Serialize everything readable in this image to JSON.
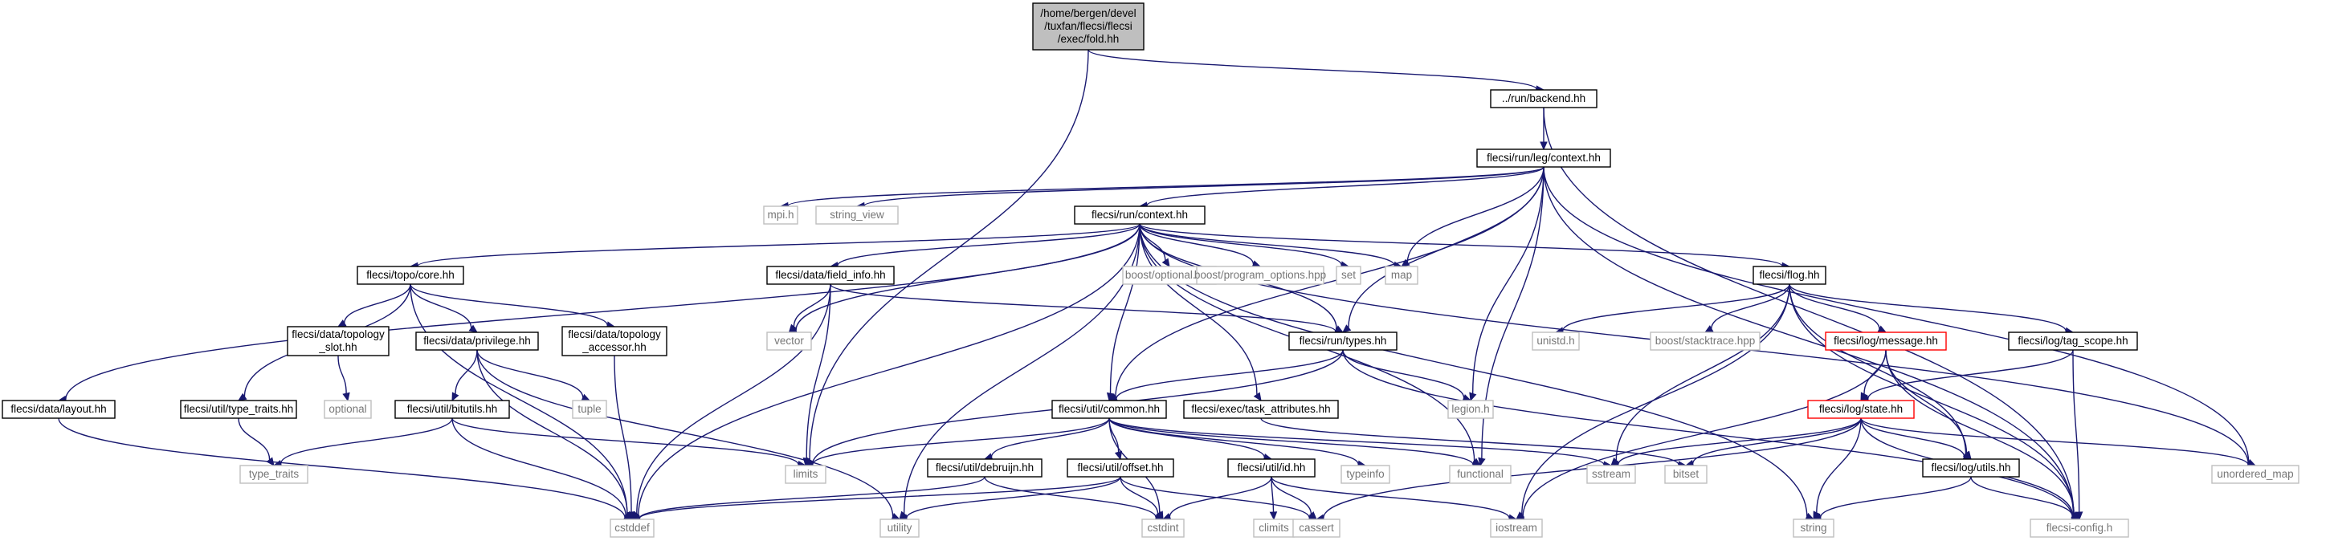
{
  "graph": {
    "colors": {
      "edge": "#191970",
      "root_fill": "#bfbfbf",
      "node_border": "#000000",
      "node_fill": "#ffffff",
      "system_border": "#bfbfbf",
      "system_text": "#777777",
      "truncated_border": "#ff0000"
    },
    "nodes": [
      {
        "id": "fold",
        "lines": [
          "/home/bergen/devel",
          "/tuxfan/flecsi/flecsi",
          "/exec/fold.hh"
        ],
        "kind": "root"
      },
      {
        "id": "backend",
        "lines": [
          "../run/backend.hh"
        ],
        "kind": "file"
      },
      {
        "id": "leg_context",
        "lines": [
          "flecsi/run/leg/context.hh"
        ],
        "kind": "file"
      },
      {
        "id": "mpi",
        "lines": [
          "mpi.h"
        ],
        "kind": "system"
      },
      {
        "id": "string_view",
        "lines": [
          "string_view"
        ],
        "kind": "system"
      },
      {
        "id": "run_context",
        "lines": [
          "flecsi/run/context.hh"
        ],
        "kind": "file"
      },
      {
        "id": "topo_core",
        "lines": [
          "flecsi/topo/core.hh"
        ],
        "kind": "file"
      },
      {
        "id": "field_info",
        "lines": [
          "flecsi/data/field_info.hh"
        ],
        "kind": "file"
      },
      {
        "id": "boost_optional",
        "lines": [
          "boost/optional.hpp"
        ],
        "kind": "system"
      },
      {
        "id": "boost_po",
        "lines": [
          "boost/program_options.hpp"
        ],
        "kind": "system"
      },
      {
        "id": "set",
        "lines": [
          "set"
        ],
        "kind": "system"
      },
      {
        "id": "map",
        "lines": [
          "map"
        ],
        "kind": "system"
      },
      {
        "id": "flog",
        "lines": [
          "flecsi/flog.hh"
        ],
        "kind": "file"
      },
      {
        "id": "topology_slot",
        "lines": [
          "flecsi/data/topology",
          "_slot.hh"
        ],
        "kind": "file"
      },
      {
        "id": "privilege",
        "lines": [
          "flecsi/data/privilege.hh"
        ],
        "kind": "file"
      },
      {
        "id": "topology_accessor",
        "lines": [
          "flecsi/data/topology",
          "_accessor.hh"
        ],
        "kind": "file"
      },
      {
        "id": "vector",
        "lines": [
          "vector"
        ],
        "kind": "system"
      },
      {
        "id": "run_types",
        "lines": [
          "flecsi/run/types.hh"
        ],
        "kind": "file"
      },
      {
        "id": "unistd",
        "lines": [
          "unistd.h"
        ],
        "kind": "system"
      },
      {
        "id": "boost_stacktrace",
        "lines": [
          "boost/stacktrace.hpp"
        ],
        "kind": "system"
      },
      {
        "id": "log_message",
        "lines": [
          "flecsi/log/message.hh"
        ],
        "kind": "truncated"
      },
      {
        "id": "tag_scope",
        "lines": [
          "flecsi/log/tag_scope.hh"
        ],
        "kind": "file"
      },
      {
        "id": "optional",
        "lines": [
          "optional"
        ],
        "kind": "system"
      },
      {
        "id": "tuple",
        "lines": [
          "tuple"
        ],
        "kind": "system"
      },
      {
        "id": "data_layout",
        "lines": [
          "flecsi/data/layout.hh"
        ],
        "kind": "file"
      },
      {
        "id": "type_traits_hh",
        "lines": [
          "flecsi/util/type_traits.hh"
        ],
        "kind": "file"
      },
      {
        "id": "bitutils",
        "lines": [
          "flecsi/util/bitutils.hh"
        ],
        "kind": "file"
      },
      {
        "id": "util_common",
        "lines": [
          "flecsi/util/common.hh"
        ],
        "kind": "file"
      },
      {
        "id": "task_attributes",
        "lines": [
          "flecsi/exec/task_attributes.hh"
        ],
        "kind": "file"
      },
      {
        "id": "legion",
        "lines": [
          "legion.h"
        ],
        "kind": "system"
      },
      {
        "id": "log_state",
        "lines": [
          "flecsi/log/state.hh"
        ],
        "kind": "truncated"
      },
      {
        "id": "type_traits",
        "lines": [
          "type_traits"
        ],
        "kind": "system"
      },
      {
        "id": "limits",
        "lines": [
          "limits"
        ],
        "kind": "system"
      },
      {
        "id": "debruijn",
        "lines": [
          "flecsi/util/debruijn.hh"
        ],
        "kind": "file"
      },
      {
        "id": "util_offset",
        "lines": [
          "flecsi/util/offset.hh"
        ],
        "kind": "file"
      },
      {
        "id": "util_id",
        "lines": [
          "flecsi/util/id.hh"
        ],
        "kind": "file"
      },
      {
        "id": "typeinfo",
        "lines": [
          "typeinfo"
        ],
        "kind": "system"
      },
      {
        "id": "functional",
        "lines": [
          "functional"
        ],
        "kind": "system"
      },
      {
        "id": "sstream",
        "lines": [
          "sstream"
        ],
        "kind": "system"
      },
      {
        "id": "bitset",
        "lines": [
          "bitset"
        ],
        "kind": "system"
      },
      {
        "id": "log_utils",
        "lines": [
          "flecsi/log/utils.hh"
        ],
        "kind": "file"
      },
      {
        "id": "unordered_map",
        "lines": [
          "unordered_map"
        ],
        "kind": "system"
      },
      {
        "id": "cstddef",
        "lines": [
          "cstddef"
        ],
        "kind": "system"
      },
      {
        "id": "utility",
        "lines": [
          "utility"
        ],
        "kind": "system"
      },
      {
        "id": "cstdint",
        "lines": [
          "cstdint"
        ],
        "kind": "system"
      },
      {
        "id": "climits",
        "lines": [
          "climits"
        ],
        "kind": "system"
      },
      {
        "id": "cassert",
        "lines": [
          "cassert"
        ],
        "kind": "system"
      },
      {
        "id": "iostream",
        "lines": [
          "iostream"
        ],
        "kind": "system"
      },
      {
        "id": "string",
        "lines": [
          "string"
        ],
        "kind": "system"
      },
      {
        "id": "flecsi_config",
        "lines": [
          "flecsi-config.h"
        ],
        "kind": "system"
      }
    ],
    "edges": [
      [
        "fold",
        "backend"
      ],
      [
        "fold",
        "limits"
      ],
      [
        "backend",
        "leg_context"
      ],
      [
        "backend",
        "flecsi_config"
      ],
      [
        "leg_context",
        "mpi"
      ],
      [
        "leg_context",
        "string_view"
      ],
      [
        "leg_context",
        "run_context"
      ],
      [
        "leg_context",
        "map"
      ],
      [
        "leg_context",
        "run_types"
      ],
      [
        "leg_context",
        "legion"
      ],
      [
        "leg_context",
        "functional"
      ],
      [
        "leg_context",
        "unordered_map"
      ],
      [
        "leg_context",
        "flecsi_config"
      ],
      [
        "leg_context",
        "util_common"
      ],
      [
        "run_context",
        "topo_core"
      ],
      [
        "run_context",
        "field_info"
      ],
      [
        "run_context",
        "boost_optional"
      ],
      [
        "run_context",
        "boost_po"
      ],
      [
        "run_context",
        "set"
      ],
      [
        "run_context",
        "map"
      ],
      [
        "run_context",
        "flog"
      ],
      [
        "run_context",
        "data_layout"
      ],
      [
        "run_context",
        "vector"
      ],
      [
        "run_context",
        "run_types"
      ],
      [
        "run_context",
        "task_attributes"
      ],
      [
        "run_context",
        "util_common"
      ],
      [
        "run_context",
        "cstddef"
      ],
      [
        "run_context",
        "utility"
      ],
      [
        "run_context",
        "functional"
      ],
      [
        "run_context",
        "string"
      ],
      [
        "run_context",
        "unordered_map"
      ],
      [
        "topo_core",
        "topology_slot"
      ],
      [
        "topo_core",
        "privilege"
      ],
      [
        "topo_core",
        "topology_accessor"
      ],
      [
        "topo_core",
        "cstddef"
      ],
      [
        "topo_core",
        "type_traits_hh"
      ],
      [
        "field_info",
        "vector"
      ],
      [
        "field_info",
        "run_types"
      ],
      [
        "field_info",
        "limits"
      ],
      [
        "field_info",
        "cstddef"
      ],
      [
        "flog",
        "unistd"
      ],
      [
        "flog",
        "boost_stacktrace"
      ],
      [
        "flog",
        "log_message"
      ],
      [
        "flog",
        "tag_scope"
      ],
      [
        "flog",
        "log_utils"
      ],
      [
        "flog",
        "sstream"
      ],
      [
        "flog",
        "iostream"
      ],
      [
        "flog",
        "flecsi_config"
      ],
      [
        "topology_slot",
        "optional"
      ],
      [
        "privilege",
        "tuple"
      ],
      [
        "privilege",
        "bitutils"
      ],
      [
        "privilege",
        "cstddef"
      ],
      [
        "privilege",
        "utility"
      ],
      [
        "topology_accessor",
        "cstddef"
      ],
      [
        "run_types",
        "legion"
      ],
      [
        "run_types",
        "util_common"
      ],
      [
        "run_types",
        "limits"
      ],
      [
        "run_types",
        "flecsi_config"
      ],
      [
        "log_message",
        "log_state"
      ],
      [
        "log_message",
        "log_utils"
      ],
      [
        "log_message",
        "iostream"
      ],
      [
        "log_message",
        "flecsi_config"
      ],
      [
        "tag_scope",
        "log_state"
      ],
      [
        "tag_scope",
        "flecsi_config"
      ],
      [
        "data_layout",
        "cstddef"
      ],
      [
        "type_traits_hh",
        "type_traits"
      ],
      [
        "bitutils",
        "type_traits"
      ],
      [
        "bitutils",
        "limits"
      ],
      [
        "bitutils",
        "cstddef"
      ],
      [
        "util_common",
        "limits"
      ],
      [
        "util_common",
        "debruijn"
      ],
      [
        "util_common",
        "util_offset"
      ],
      [
        "util_common",
        "util_id"
      ],
      [
        "util_common",
        "typeinfo"
      ],
      [
        "util_common",
        "functional"
      ],
      [
        "util_common",
        "sstream"
      ],
      [
        "util_common",
        "cstdint"
      ],
      [
        "task_attributes",
        "bitset"
      ],
      [
        "log_state",
        "sstream"
      ],
      [
        "log_state",
        "bitset"
      ],
      [
        "log_state",
        "log_utils"
      ],
      [
        "log_state",
        "unordered_map"
      ],
      [
        "log_state",
        "string"
      ],
      [
        "log_state",
        "cassert"
      ],
      [
        "log_state",
        "flecsi_config"
      ],
      [
        "debruijn",
        "cstddef"
      ],
      [
        "debruijn",
        "cstdint"
      ],
      [
        "util_offset",
        "cstddef"
      ],
      [
        "util_offset",
        "utility"
      ],
      [
        "util_offset",
        "cstdint"
      ],
      [
        "util_offset",
        "cassert"
      ],
      [
        "util_id",
        "cstdint"
      ],
      [
        "util_id",
        "climits"
      ],
      [
        "util_id",
        "cassert"
      ],
      [
        "util_id",
        "iostream"
      ],
      [
        "log_utils",
        "string"
      ],
      [
        "log_utils",
        "flecsi_config"
      ]
    ]
  }
}
